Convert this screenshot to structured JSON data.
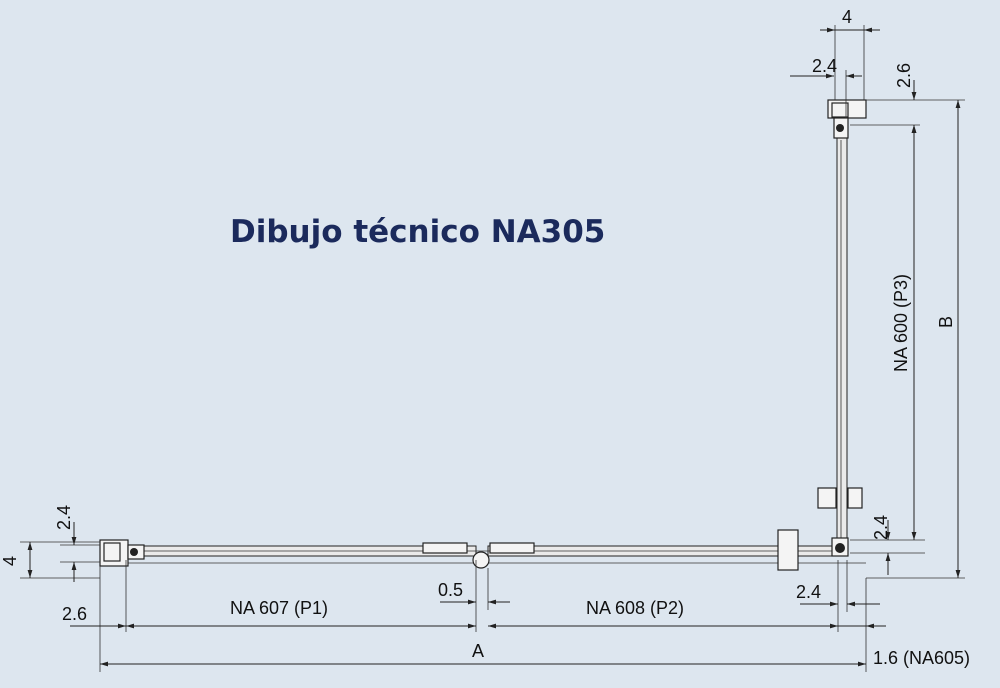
{
  "title": "Dibujo técnico NA305",
  "dimensions": {
    "top_width": "4",
    "top_offset": "2.4",
    "top_right": "2.6",
    "p3": "NA 600 (P3)",
    "b": "B",
    "right_gap": "2.4",
    "left_height": "4",
    "left_gap": "2.4",
    "left_offset": "2.6",
    "p1": "NA 607 (P1)",
    "center_gap": "0.5",
    "p2": "NA 608 (P2)",
    "bottom_right_gap": "2.4",
    "a": "A",
    "na605": "1.6 (NA605)"
  }
}
